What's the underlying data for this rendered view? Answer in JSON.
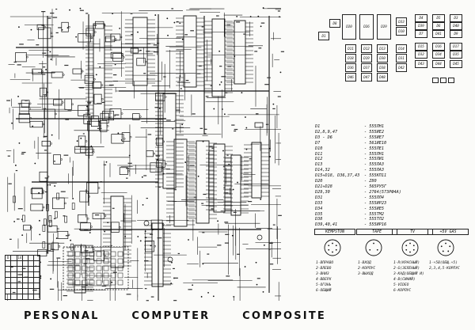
{
  "title_words": [
    "PERSONAL",
    "COMPUTER",
    "COMPOSITE"
  ],
  "legend": [
    {
      "key": "D1",
      "value": "- 555ЛН1"
    },
    {
      "key": "D2,8,9,47",
      "value": "- 555ИЕ2"
    },
    {
      "key": "D3 - D6",
      "value": "- 555ИЕ7"
    },
    {
      "key": "D7",
      "value": "- 561ИЕ10"
    },
    {
      "key": "D10",
      "value": "- 555ЛЕ1"
    },
    {
      "key": "D11",
      "value": "- 555ЛН1"
    },
    {
      "key": "D12",
      "value": "- 555ЛИ1"
    },
    {
      "key": "D13",
      "value": "- 555ЛА3"
    },
    {
      "key": "D14,32",
      "value": "- 555ЛА3"
    },
    {
      "key": "D15÷D18, D36,37,43",
      "value": "- 555КП11"
    },
    {
      "key": "D20",
      "value": "- Z80"
    },
    {
      "key": "D21÷D28",
      "value": "- 565РУ5Г"
    },
    {
      "key": "D29,30",
      "value": "- 2764(573РФ4А)"
    },
    {
      "key": "D31",
      "value": "- 555ЛЛ4"
    },
    {
      "key": "D33",
      "value": "- 555ИР23"
    },
    {
      "key": "D34",
      "value": "- 555ИЕ5"
    },
    {
      "key": "D35",
      "value": "- 555ТМ2"
    },
    {
      "key": "D38",
      "value": "- 555ТЛ2"
    },
    {
      "key": "D39,40,41",
      "value": "- 555ИР16"
    }
  ],
  "connectors": [
    {
      "name": "KEMPSTON",
      "pins": [
        "1-ВПРАВО",
        "2-ВЛЕВО",
        "3-ВНИЗ",
        "4-ВВЕРХ",
        "5-ОГОНЬ",
        "6-ОБЩИЙ"
      ]
    },
    {
      "name": "TAPE",
      "pins": [
        "1-ВХОД",
        "2-КОРПУС",
        "3-ВЫХОД"
      ]
    },
    {
      "name": "TV",
      "pins": [
        "1-R(КРАСНЫЙ)",
        "2-G(ЗЕЛЕНЫЙ)",
        "3-КАД(ОБЩИЙ И)",
        "4-B(СИНИЙ)",
        "5-VIDEO",
        "6-КОРПУС"
      ]
    },
    {
      "name": "+5V GAS",
      "pins": [
        "1-+5В(ОБЩ.+5)",
        "2,3,4,5-КОРПУС"
      ]
    }
  ],
  "chips_top": [
    "D1",
    "D8",
    "D20",
    "D26",
    "D29",
    "D33",
    "D10",
    "D4",
    "D5",
    "D3",
    "D39",
    "D6",
    "D40",
    "D7",
    "D41",
    "D9",
    "D11",
    "D12",
    "D13",
    "D14",
    "D15",
    "D16",
    "D17",
    "D18",
    "D19",
    "D30",
    "D31",
    "D32",
    "D34",
    "D35",
    "D36",
    "D37",
    "D38",
    "D42",
    "D43",
    "D44",
    "D45",
    "D46",
    "D47",
    "D48"
  ],
  "table_header": [
    "D",
    "14"
  ],
  "chip_labels": [
    "D8",
    "D9",
    "D10",
    "D11",
    "D12",
    "D13",
    "D14",
    "D15",
    "D16",
    "D17",
    "D20",
    "D21",
    "D29",
    "D30",
    "D33",
    "D34",
    "D35",
    "D36",
    "D37",
    "D38",
    "D39",
    "D40",
    "D41",
    "D42",
    "D43",
    "D44",
    "D45",
    "D46",
    "D47",
    "D48"
  ]
}
